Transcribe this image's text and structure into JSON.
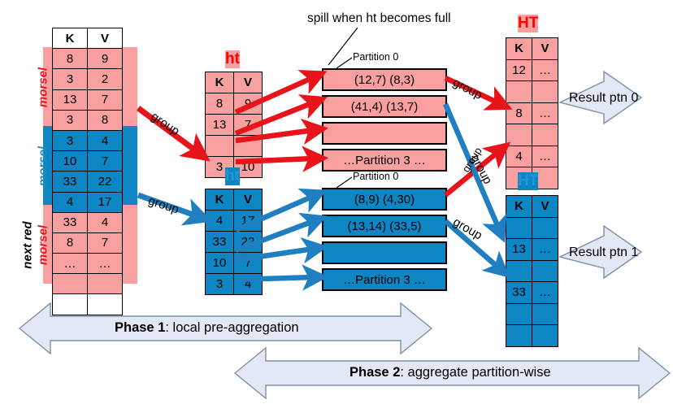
{
  "colors": {
    "red_fill": "#f8a0a0",
    "blue_fill": "#0f86c4",
    "red_accent": "#ff0000",
    "blue_accent": "#2196d6",
    "arrow_red": "#e8141c",
    "arrow_blue": "#1f7fc0",
    "callout_fill": "#e3e9f4"
  },
  "input_relation": {
    "header": [
      "K",
      "V"
    ],
    "rows": [
      {
        "k": "8",
        "v": "9",
        "band": "red"
      },
      {
        "k": "3",
        "v": "2",
        "band": "red"
      },
      {
        "k": "13",
        "v": "7",
        "band": "red"
      },
      {
        "k": "3",
        "v": "8",
        "band": "red"
      },
      {
        "k": "3",
        "v": "4",
        "band": "blue"
      },
      {
        "k": "10",
        "v": "7",
        "band": "blue"
      },
      {
        "k": "33",
        "v": "22",
        "band": "blue"
      },
      {
        "k": "4",
        "v": "17",
        "band": "blue"
      },
      {
        "k": "33",
        "v": "4",
        "band": "red"
      },
      {
        "k": "8",
        "v": "7",
        "band": "red"
      },
      {
        "k": "…",
        "v": "…",
        "band": "red"
      },
      {
        "k": "",
        "v": "",
        "band": "red"
      },
      {
        "k": "",
        "v": "",
        "band": "white"
      }
    ],
    "side_labels": [
      {
        "text": "morsel",
        "color": "red"
      },
      {
        "text": "morsel",
        "color": "blue"
      },
      {
        "text": "morsel",
        "color": "red"
      },
      {
        "text": "next red",
        "color": "black"
      }
    ]
  },
  "ht_red": {
    "caption": "ht",
    "header": [
      "K",
      "V"
    ],
    "rows": [
      {
        "k": "8",
        "v": "9"
      },
      {
        "k": "13",
        "v": "7"
      },
      {
        "k": "",
        "v": ""
      },
      {
        "k": "3",
        "v": "10"
      }
    ]
  },
  "ht_blue": {
    "caption": "ht",
    "header": [
      "K",
      "V"
    ],
    "rows": [
      {
        "k": "4",
        "v": "17"
      },
      {
        "k": "33",
        "v": "22"
      },
      {
        "k": "10",
        "v": "7"
      },
      {
        "k": "3",
        "v": "4"
      }
    ]
  },
  "partitions_red": {
    "label": "Partition 0",
    "rows": [
      "(12,7)  (8,3)",
      "(41,4) (13,7)",
      "",
      "…Partition 3 …"
    ]
  },
  "partitions_blue": {
    "label": "Partition 0",
    "rows": [
      "(8,9)  (4,30)",
      "(13,14) (33,5)",
      "",
      "…Partition 3 …"
    ]
  },
  "HT_red": {
    "caption": "HT",
    "header": [
      "K",
      "V"
    ],
    "rows": [
      {
        "k": "12",
        "v": "…"
      },
      {
        "k": "",
        "v": ""
      },
      {
        "k": "8",
        "v": "…"
      },
      {
        "k": "",
        "v": ""
      },
      {
        "k": "4",
        "v": "…"
      },
      {
        "k": "",
        "v": ""
      }
    ]
  },
  "HT_blue": {
    "caption": "HT",
    "header": [
      "K",
      "V"
    ],
    "rows": [
      {
        "k": "",
        "v": ""
      },
      {
        "k": "13",
        "v": "…"
      },
      {
        "k": "",
        "v": ""
      },
      {
        "k": "33",
        "v": "…"
      },
      {
        "k": "",
        "v": ""
      },
      {
        "k": "",
        "v": ""
      }
    ]
  },
  "annotations": {
    "spill_note": "spill when ht becomes full",
    "group_red_1": "group",
    "group_blue_1": "group",
    "group_red_2": "group",
    "group_blue_2": "group",
    "group_red_3": "group",
    "group_blue_3": "group"
  },
  "results": {
    "ptn0": "Result ptn 0",
    "ptn1": "Result ptn 1"
  },
  "phases": {
    "phase1_bold": "Phase 1",
    "phase1_rest": ": local pre-aggregation",
    "phase2_bold": "Phase 2",
    "phase2_rest": ": aggregate partition-wise"
  }
}
